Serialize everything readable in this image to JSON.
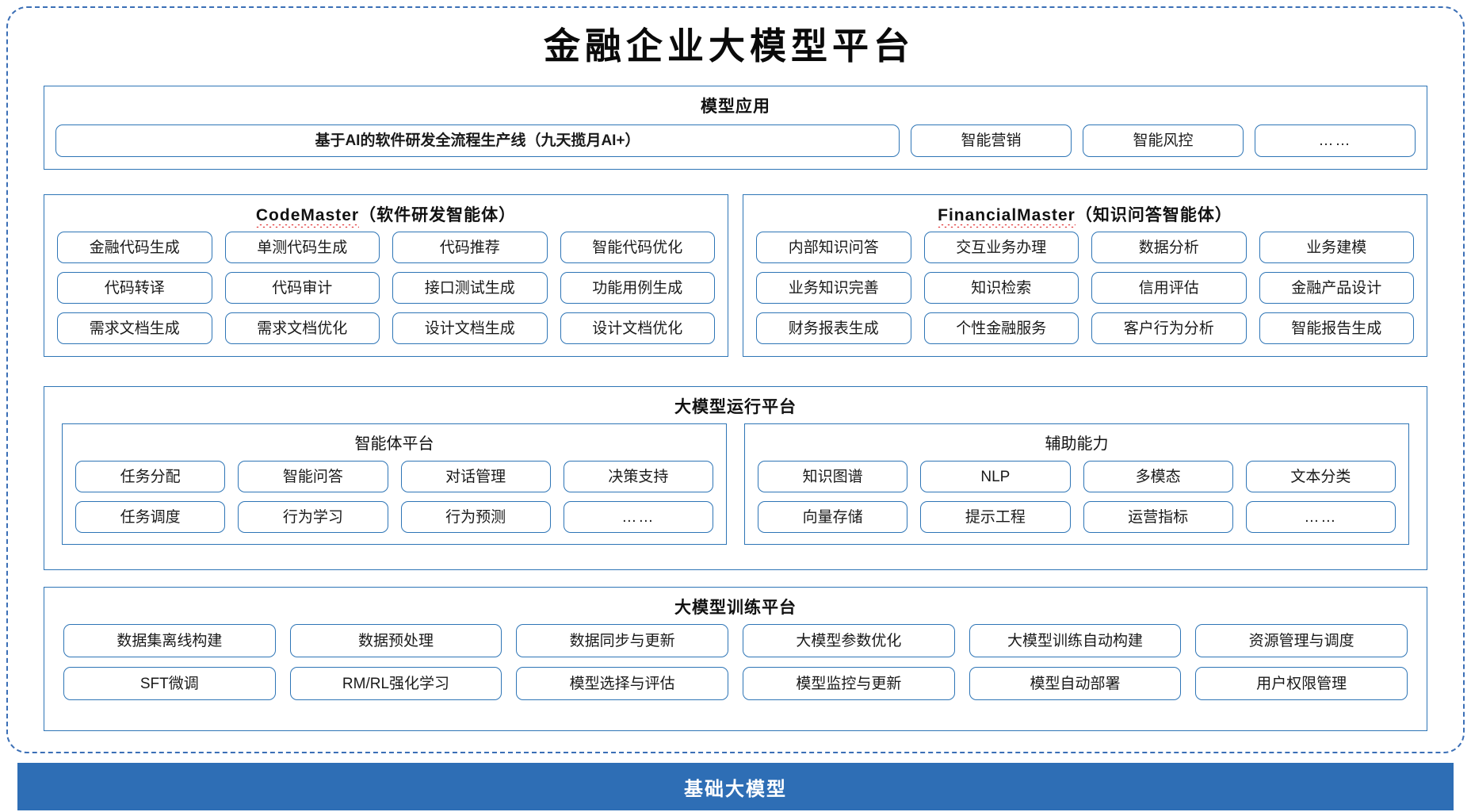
{
  "page": {
    "title": "金融企业大模型平台",
    "accent_border": "#2e75b6",
    "bottom_bar_color": "#2e6eb5",
    "spellcheck_underline_color": "#e03131"
  },
  "model_application": {
    "title": "模型应用",
    "primary": "基于AI的软件研发全流程生产线（九天揽月AI+）",
    "items": [
      "智能营销",
      "智能风控",
      "……"
    ]
  },
  "agents": [
    {
      "name": "CodeMaster",
      "suffix": "（软件研发智能体）",
      "spellcheck_flagged": true,
      "items": [
        "金融代码生成",
        "单测代码生成",
        "代码推荐",
        "智能代码优化",
        "代码转译",
        "代码审计",
        "接口测试生成",
        "功能用例生成",
        "需求文档生成",
        "需求文档优化",
        "设计文档生成",
        "设计文档优化"
      ]
    },
    {
      "name": "FinancialMaster",
      "suffix": "（知识问答智能体）",
      "spellcheck_flagged": true,
      "items": [
        "内部知识问答",
        "交互业务办理",
        "数据分析",
        "业务建模",
        "业务知识完善",
        "知识检索",
        "信用评估",
        "金融产品设计",
        "财务报表生成",
        "个性金融服务",
        "客户行为分析",
        "智能报告生成"
      ]
    }
  ],
  "run_platform": {
    "title": "大模型运行平台",
    "subsections": [
      {
        "title": "智能体平台",
        "items": [
          "任务分配",
          "智能问答",
          "对话管理",
          "决策支持",
          "任务调度",
          "行为学习",
          "行为预测",
          "……"
        ]
      },
      {
        "title": "辅助能力",
        "items": [
          "知识图谱",
          "NLP",
          "多模态",
          "文本分类",
          "向量存储",
          "提示工程",
          "运营指标",
          "……"
        ]
      }
    ]
  },
  "training_platform": {
    "title": "大模型训练平台",
    "items": [
      "数据集离线构建",
      "数据预处理",
      "数据同步与更新",
      "大模型参数优化",
      "大模型训练自动构建",
      "资源管理与调度",
      "SFT微调",
      "RM/RL强化学习",
      "模型选择与评估",
      "模型监控与更新",
      "模型自动部署",
      "用户权限管理"
    ]
  },
  "foundation": {
    "label": "基础大模型"
  }
}
